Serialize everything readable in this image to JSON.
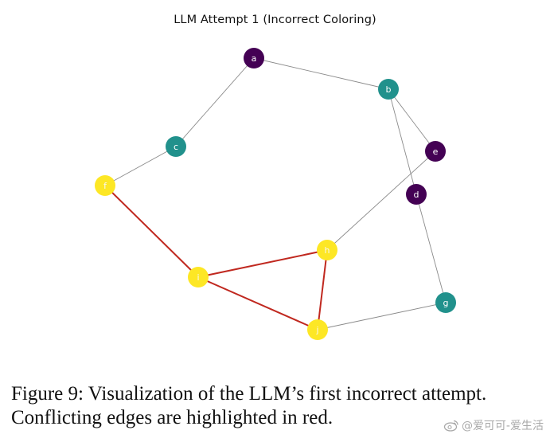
{
  "title": "LLM Attempt 1 (Incorrect Coloring)",
  "caption": {
    "line1": "Figure 9: Visualization of the LLM’s first incorrect attempt.",
    "line2": "Conflicting edges are highlighted in red."
  },
  "watermark": "@爱可可-爱生活",
  "colors": {
    "purple": "#440154",
    "teal": "#21918c",
    "yellow": "#fde725",
    "normal_edge": "#8a8a8a",
    "conflict_edge": "#c0281f"
  },
  "graph": {
    "nodes": [
      {
        "id": "a",
        "label": "a",
        "color_group": "purple"
      },
      {
        "id": "b",
        "label": "b",
        "color_group": "teal"
      },
      {
        "id": "c",
        "label": "c",
        "color_group": "teal"
      },
      {
        "id": "d",
        "label": "d",
        "color_group": "purple"
      },
      {
        "id": "e",
        "label": "e",
        "color_group": "purple"
      },
      {
        "id": "f",
        "label": "f",
        "color_group": "yellow"
      },
      {
        "id": "g",
        "label": "g",
        "color_group": "teal"
      },
      {
        "id": "h",
        "label": "h",
        "color_group": "yellow"
      },
      {
        "id": "i",
        "label": "i",
        "color_group": "yellow"
      },
      {
        "id": "j",
        "label": "j",
        "color_group": "yellow"
      }
    ],
    "edges": [
      {
        "source": "a",
        "target": "b",
        "conflict": false
      },
      {
        "source": "a",
        "target": "c",
        "conflict": false
      },
      {
        "source": "b",
        "target": "e",
        "conflict": false
      },
      {
        "source": "b",
        "target": "d",
        "conflict": false
      },
      {
        "source": "c",
        "target": "f",
        "conflict": false
      },
      {
        "source": "e",
        "target": "h",
        "conflict": false
      },
      {
        "source": "d",
        "target": "g",
        "conflict": false
      },
      {
        "source": "g",
        "target": "j",
        "conflict": false
      },
      {
        "source": "f",
        "target": "i",
        "conflict": true
      },
      {
        "source": "i",
        "target": "h",
        "conflict": true
      },
      {
        "source": "i",
        "target": "j",
        "conflict": true
      },
      {
        "source": "h",
        "target": "j",
        "conflict": true
      }
    ]
  }
}
